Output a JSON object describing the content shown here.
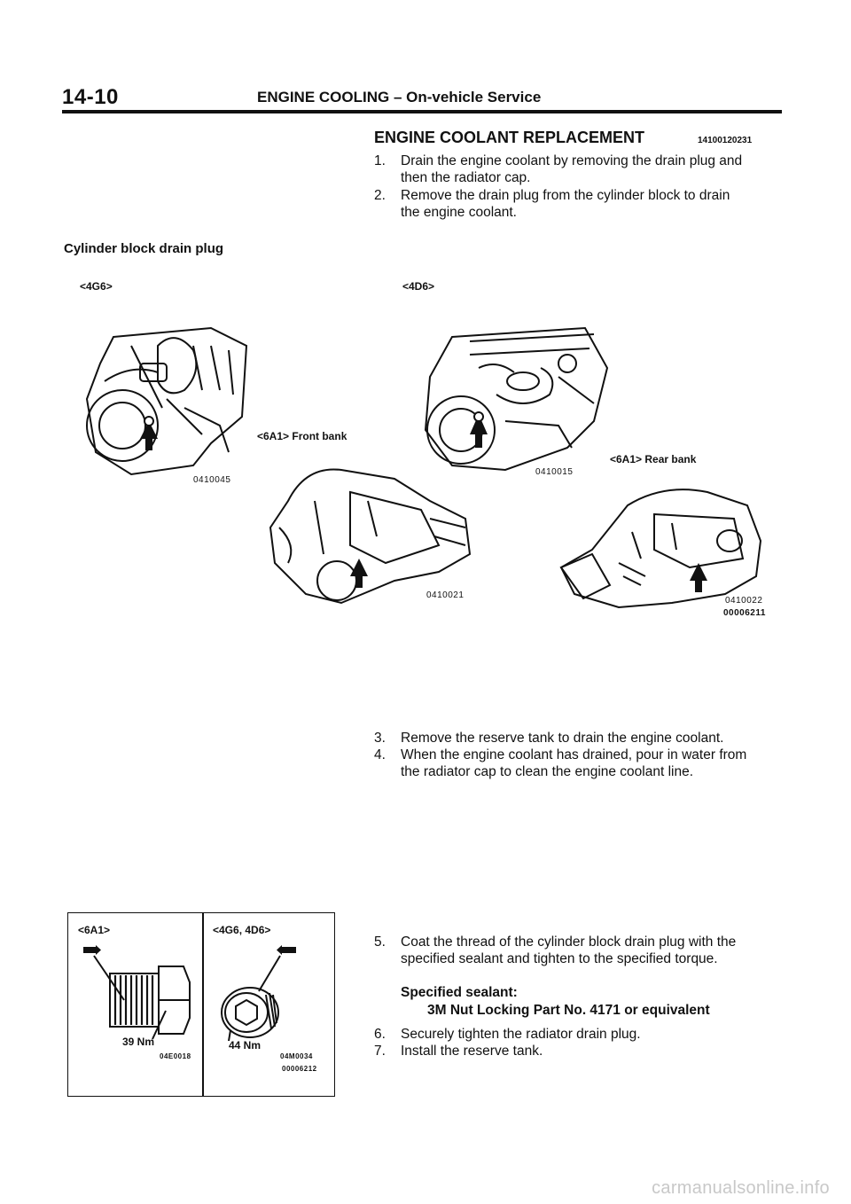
{
  "header": {
    "page_number": "14-10",
    "title": "ENGINE COOLING – On-vehicle Service"
  },
  "section": {
    "title": "ENGINE COOLANT REPLACEMENT",
    "code": "14100120231"
  },
  "steps": [
    {
      "num": "1.",
      "lines": [
        "Drain the engine coolant by removing the drain plug and",
        "then the radiator cap."
      ]
    },
    {
      "num": "2.",
      "lines": [
        "Remove the drain plug from the cylinder block to drain",
        "the engine coolant."
      ]
    },
    {
      "num": "3.",
      "lines": [
        "Remove the reserve tank to drain the engine coolant."
      ]
    },
    {
      "num": "4.",
      "lines": [
        "When the engine coolant has drained, pour in water from",
        "the radiator cap to clean the engine coolant line."
      ]
    },
    {
      "num": "5.",
      "lines": [
        "Coat the thread of the cylinder block drain plug with the",
        "specified sealant and tighten to the specified torque."
      ]
    },
    {
      "num": "6.",
      "lines": [
        "Securely tighten the radiator drain plug."
      ]
    },
    {
      "num": "7.",
      "lines": [
        "Install the reserve tank."
      ]
    }
  ],
  "figure1": {
    "caption": "Cylinder block drain plug",
    "labels": {
      "g6": "<4G6>",
      "d6": "<4D6>",
      "front_bank": "<6A1> Front bank",
      "rear_bank": "<6A1> Rear bank"
    },
    "codes": {
      "c1": "0410045",
      "c2": "0410015",
      "c3": "0410021",
      "c4": "0410022",
      "c5": "00006211"
    }
  },
  "figure2": {
    "label_left": "<6A1>",
    "label_right": "<4G6, 4D6>",
    "torque_left": "39 Nm",
    "torque_right": "44 Nm",
    "code_left": "04E0018",
    "code_right": "04M0034",
    "code_right2": "00006212"
  },
  "spec": {
    "heading": "Specified sealant:",
    "value": "3M Nut Locking Part No. 4171 or equivalent"
  },
  "footer": {
    "watermark": "carmanualsonline.info"
  }
}
